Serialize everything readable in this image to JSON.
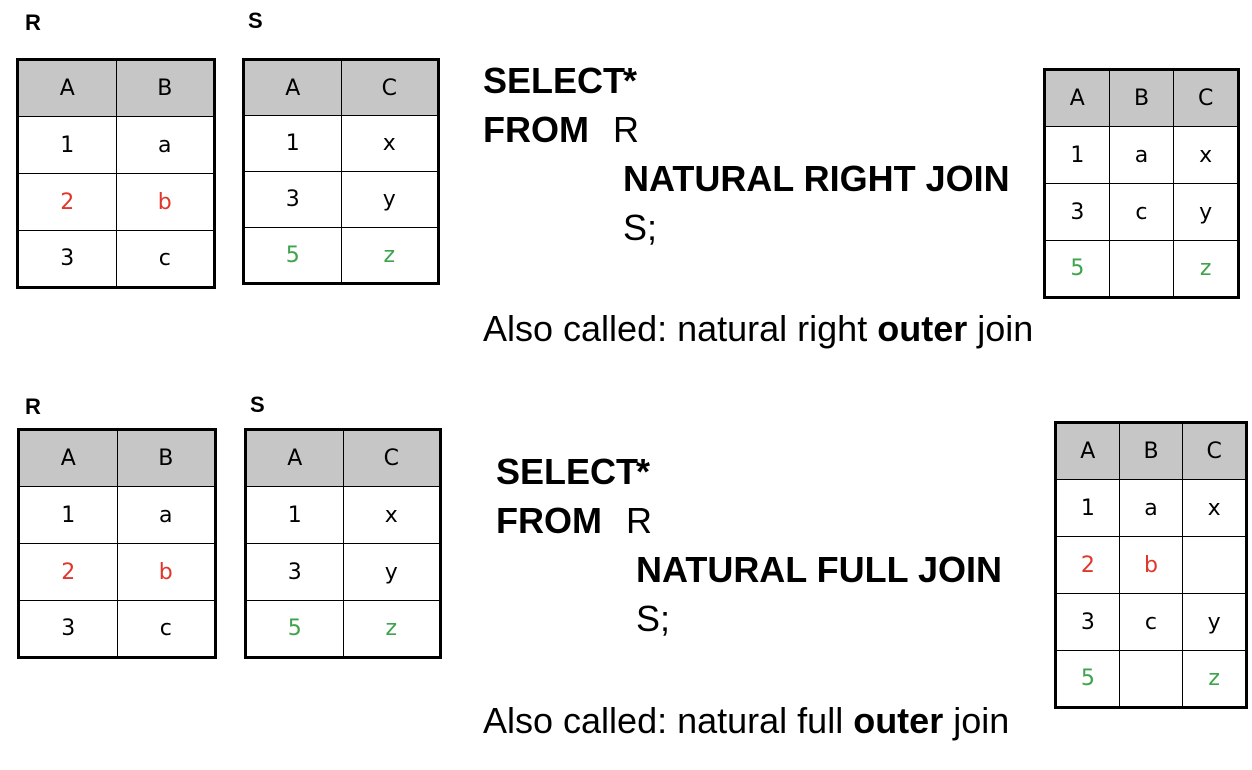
{
  "panels": [
    {
      "r_label": "R",
      "s_label": "S",
      "r_table": {
        "headers": [
          "A",
          "B"
        ],
        "rows": [
          [
            {
              "v": "1",
              "c": ""
            },
            {
              "v": "a",
              "c": ""
            }
          ],
          [
            {
              "v": "2",
              "c": "red"
            },
            {
              "v": "b",
              "c": "red"
            }
          ],
          [
            {
              "v": "3",
              "c": ""
            },
            {
              "v": "c",
              "c": ""
            }
          ]
        ]
      },
      "s_table": {
        "headers": [
          "A",
          "C"
        ],
        "rows": [
          [
            {
              "v": "1",
              "c": ""
            },
            {
              "v": "x",
              "c": ""
            }
          ],
          [
            {
              "v": "3",
              "c": ""
            },
            {
              "v": "y",
              "c": ""
            }
          ],
          [
            {
              "v": "5",
              "c": "green"
            },
            {
              "v": "z",
              "c": "green"
            }
          ]
        ]
      },
      "sql": {
        "select_kw": "SELECT",
        "star": "*",
        "from_kw": "FROM",
        "r": "R",
        "join_kw": "NATURAL RIGHT JOIN",
        "s": "S;"
      },
      "result": {
        "headers": [
          "A",
          "B",
          "C"
        ],
        "rows": [
          [
            {
              "v": "1",
              "c": ""
            },
            {
              "v": "a",
              "c": ""
            },
            {
              "v": "x",
              "c": ""
            }
          ],
          [
            {
              "v": "3",
              "c": ""
            },
            {
              "v": "c",
              "c": ""
            },
            {
              "v": "y",
              "c": ""
            }
          ],
          [
            {
              "v": "5",
              "c": "green"
            },
            {
              "v": "",
              "c": ""
            },
            {
              "v": "z",
              "c": "green"
            }
          ]
        ]
      },
      "note": {
        "prefix": "Also called: natural right ",
        "bold": "outer",
        "suffix": " join"
      }
    },
    {
      "r_label": "R",
      "s_label": "S",
      "r_table": {
        "headers": [
          "A",
          "B"
        ],
        "rows": [
          [
            {
              "v": "1",
              "c": ""
            },
            {
              "v": "a",
              "c": ""
            }
          ],
          [
            {
              "v": "2",
              "c": "red"
            },
            {
              "v": "b",
              "c": "red"
            }
          ],
          [
            {
              "v": "3",
              "c": ""
            },
            {
              "v": "c",
              "c": ""
            }
          ]
        ]
      },
      "s_table": {
        "headers": [
          "A",
          "C"
        ],
        "rows": [
          [
            {
              "v": "1",
              "c": ""
            },
            {
              "v": "x",
              "c": ""
            }
          ],
          [
            {
              "v": "3",
              "c": ""
            },
            {
              "v": "y",
              "c": ""
            }
          ],
          [
            {
              "v": "5",
              "c": "green"
            },
            {
              "v": "z",
              "c": "green"
            }
          ]
        ]
      },
      "sql": {
        "select_kw": "SELECT",
        "star": "*",
        "from_kw": "FROM",
        "r": "R",
        "join_kw": "NATURAL FULL JOIN",
        "s": "S;"
      },
      "result": {
        "headers": [
          "A",
          "B",
          "C"
        ],
        "rows": [
          [
            {
              "v": "1",
              "c": ""
            },
            {
              "v": "a",
              "c": ""
            },
            {
              "v": "x",
              "c": ""
            }
          ],
          [
            {
              "v": "2",
              "c": "red"
            },
            {
              "v": "b",
              "c": "red"
            },
            {
              "v": "",
              "c": ""
            }
          ],
          [
            {
              "v": "3",
              "c": ""
            },
            {
              "v": "c",
              "c": ""
            },
            {
              "v": "y",
              "c": ""
            }
          ],
          [
            {
              "v": "5",
              "c": "green"
            },
            {
              "v": "",
              "c": ""
            },
            {
              "v": "z",
              "c": "green"
            }
          ]
        ]
      },
      "note": {
        "prefix": "Also called: natural full ",
        "bold": "outer",
        "suffix": " join"
      }
    }
  ],
  "colors": {
    "red": "#e0362b",
    "green": "#3fa34d",
    "header_bg": "#c6c6c6"
  }
}
